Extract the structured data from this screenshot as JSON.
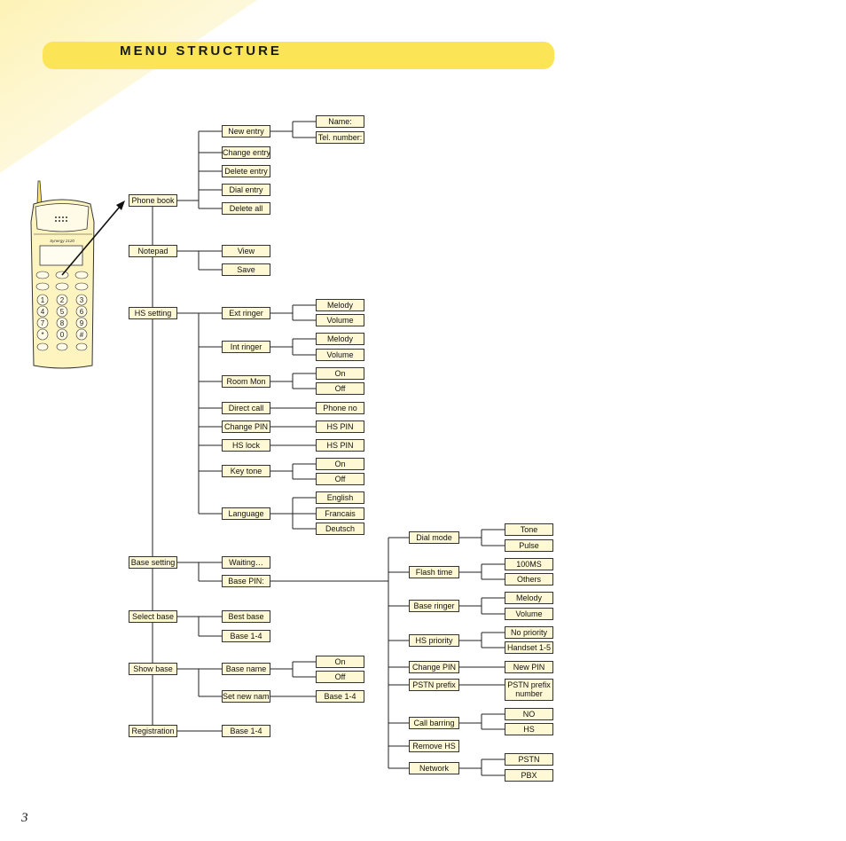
{
  "title": "MENU STRUCTURE",
  "page_number": "3",
  "phone": {
    "model_label": "Synergy 2120"
  },
  "nodes": {
    "phone_book": "Phone book",
    "new_entry": "New entry",
    "name": "Name:",
    "tel_number": "Tel. number:",
    "change_entry": "Change entry",
    "delete_entry": "Delete entry",
    "dial_entry": "Dial entry",
    "delete_all": "Delete all",
    "notepad": "Notepad",
    "view": "View",
    "save": "Save",
    "hs_setting": "HS setting",
    "ext_ringer": "Ext ringer",
    "ext_melody": "Melody",
    "ext_volume": "Volume",
    "int_ringer": "Int ringer",
    "int_melody": "Melody",
    "int_volume": "Volume",
    "room_mon": "Room Mon",
    "room_on": "On",
    "room_off": "Off",
    "direct_call": "Direct call",
    "phone_no": "Phone no",
    "change_pin": "Change PIN",
    "change_pin_hs_pin": "HS PIN",
    "hs_lock": "HS lock",
    "hs_lock_hs_pin": "HS PIN",
    "key_tone": "Key tone",
    "key_on": "On",
    "key_off": "Off",
    "language": "Language",
    "english": "English",
    "francais": "Francais",
    "deutsch": "Deutsch",
    "base_setting": "Base setting",
    "waiting": "Waiting…",
    "base_pin": "Base PIN:",
    "dial_mode": "Dial mode",
    "tone": "Tone",
    "pulse": "Pulse",
    "flash_time": "Flash time",
    "ms100": "100MS",
    "others": "Others",
    "base_ringer": "Base ringer",
    "br_melody": "Melody",
    "br_volume": "Volume",
    "hs_priority": "HS priority",
    "no_priority": "No priority",
    "handset_1_5": "Handset 1-5",
    "bs_change_pin": "Change PIN",
    "new_pin": "New PIN",
    "pstn_prefix": "PSTN prefix",
    "pstn_prefix_number": "PSTN prefix number",
    "call_barring": "Call barring",
    "no": "NO",
    "hs": "HS",
    "remove_hs": "Remove HS",
    "network": "Network",
    "pstn": "PSTN",
    "pbx": "PBX",
    "select_base": "Select base",
    "best_base": "Best base",
    "sb_base_1_4": "Base 1-4",
    "show_base": "Show base",
    "base_name": "Base name",
    "bn_on": "On",
    "bn_off": "Off",
    "set_new_name": "Set new name",
    "snn_base_1_4": "Base 1-4",
    "registration": "Registration",
    "reg_base_1_4": "Base 1-4"
  }
}
